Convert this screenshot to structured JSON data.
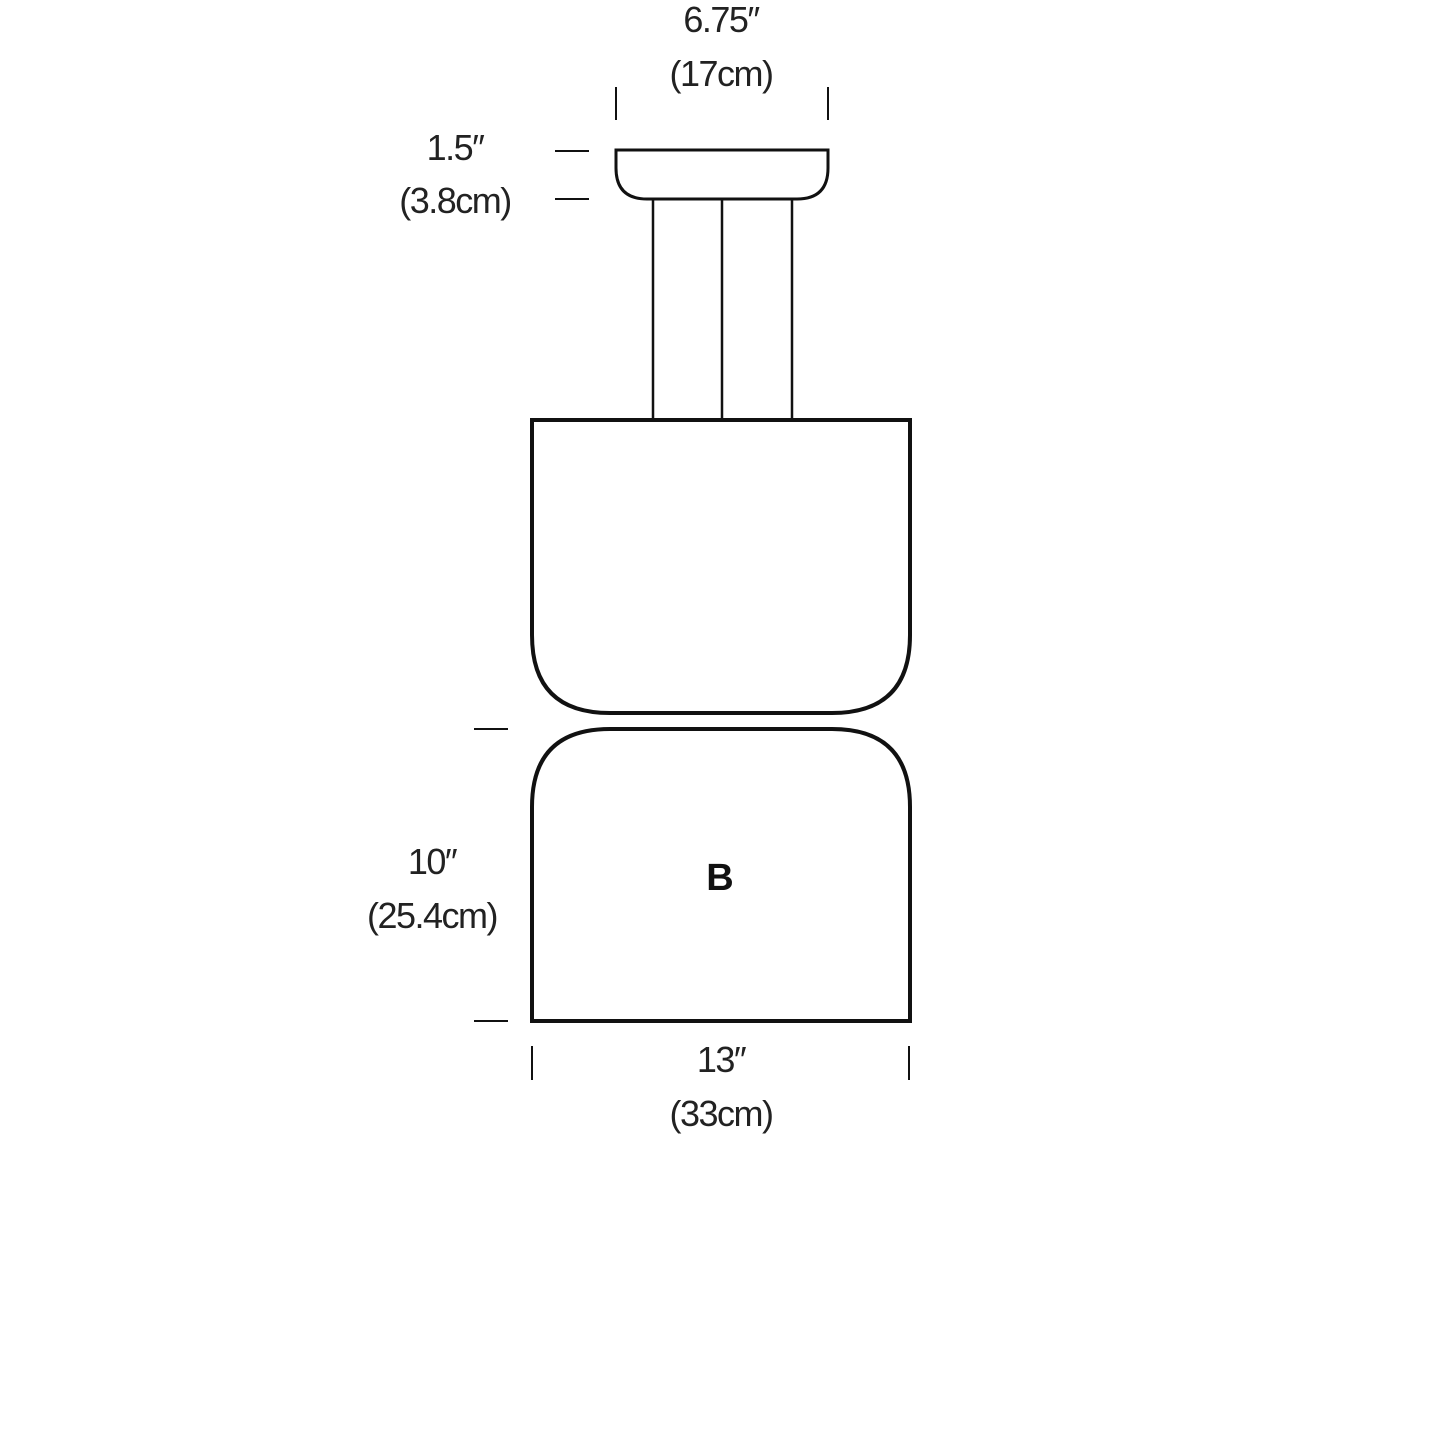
{
  "diagram": {
    "type": "dimension-drawing",
    "colors": {
      "stroke": "#111111",
      "text": "#222222",
      "background": "#ffffff"
    },
    "part_label": "B",
    "dimensions": {
      "top_width": {
        "imperial": "6.75″",
        "metric": "(17cm)"
      },
      "canopy_height": {
        "imperial": "1.5″",
        "metric": "(3.8cm)"
      },
      "lower_body_height": {
        "imperial": "10″",
        "metric": "(25.4cm)"
      },
      "bottom_width": {
        "imperial": "13″",
        "metric": "(33cm)"
      }
    }
  }
}
